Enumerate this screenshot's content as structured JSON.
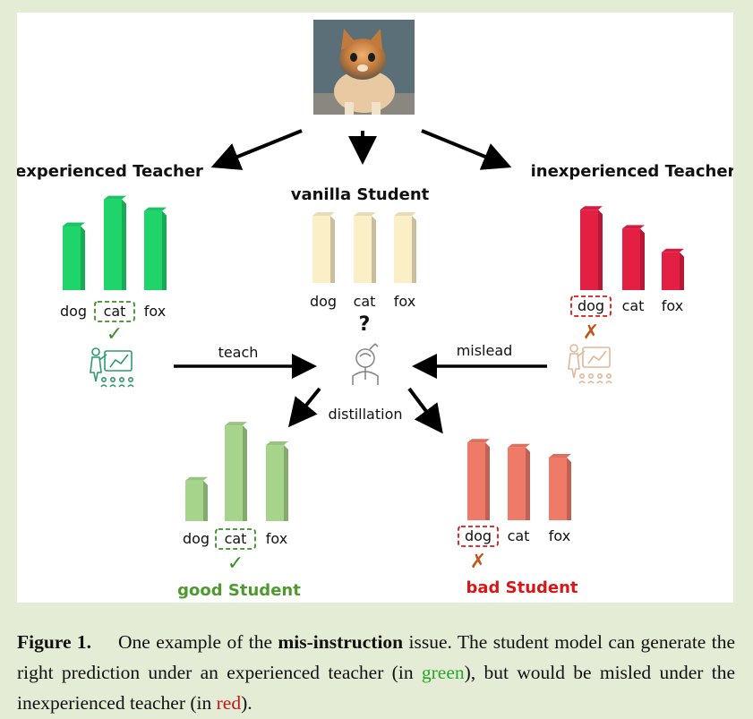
{
  "figure": {
    "photo": "kitten-photo",
    "experienced_teacher": {
      "title": "experienced Teacher",
      "labels": [
        "dog",
        "cat",
        "fox"
      ],
      "values": [
        0.55,
        0.78,
        0.68
      ],
      "highlighted": "cat",
      "mark": "✓",
      "color": "#1fd46a"
    },
    "vanilla_student": {
      "title": "vanilla Student",
      "labels": [
        "dog",
        "cat",
        "fox"
      ],
      "values": [
        0.6,
        0.6,
        0.6
      ],
      "mark": "?",
      "color": "#fbefc7"
    },
    "inexperienced_teacher": {
      "title": "inexperienced Teacher",
      "labels": [
        "dog",
        "cat",
        "fox"
      ],
      "values": [
        0.68,
        0.52,
        0.32
      ],
      "highlighted": "dog",
      "mark": "✗",
      "color": "#e31f44"
    },
    "good_student": {
      "title": "good Student",
      "labels": [
        "dog",
        "cat",
        "fox"
      ],
      "values": [
        0.33,
        0.78,
        0.62
      ],
      "highlighted": "cat",
      "mark": "✓",
      "color": "#a6d48b"
    },
    "bad_student": {
      "title": "bad Student",
      "labels": [
        "dog",
        "cat",
        "fox"
      ],
      "values": [
        0.62,
        0.58,
        0.5
      ],
      "highlighted": "dog",
      "mark": "✗",
      "color": "#ef7a68"
    },
    "arrows": {
      "teach": "teach",
      "mislead": "mislead",
      "distillation": "distillation"
    }
  },
  "caption": {
    "label": "Figure 1.",
    "text1": "One example of the ",
    "bold": "mis-instruction",
    "text2": " issue. The student model can generate the right prediction under an experienced teacher  (in ",
    "green": "green",
    "text3": "), but would be misled under the inexperienced teacher (in ",
    "red": "red",
    "text4": ")."
  }
}
